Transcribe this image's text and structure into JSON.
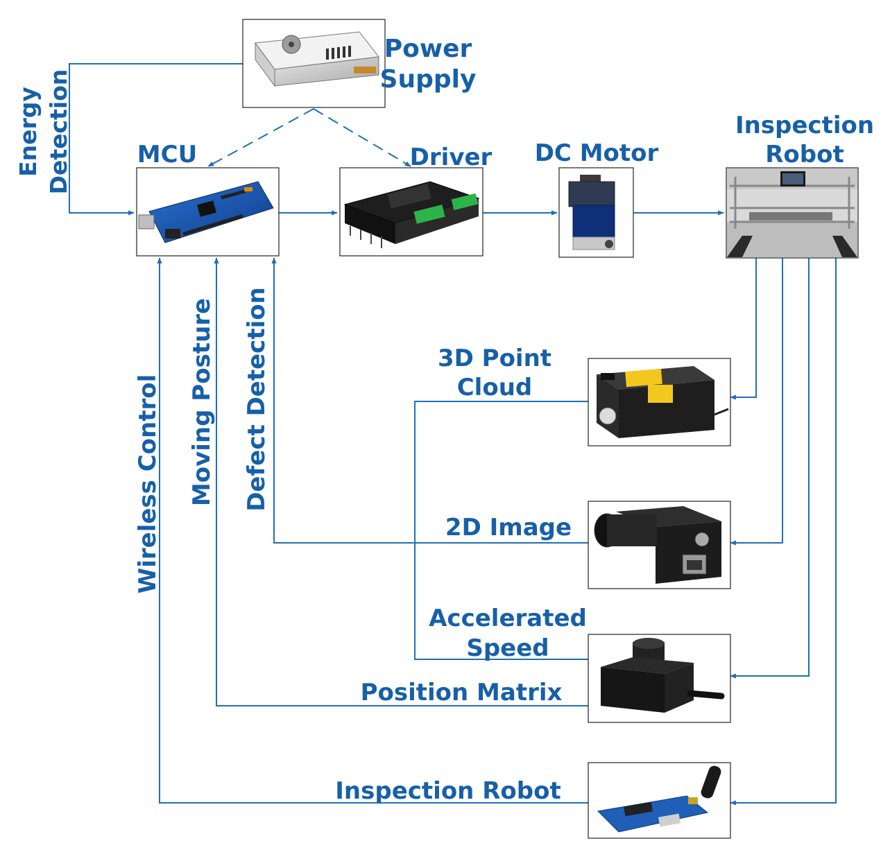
{
  "nodes": {
    "power_supply": {
      "label_line1": "Power",
      "label_line2": "Supply"
    },
    "mcu": {
      "label": "MCU"
    },
    "driver": {
      "label": "Driver"
    },
    "dc_motor": {
      "label": "DC Motor"
    },
    "robot": {
      "label_line1": "Inspection",
      "label_line2": "Robot"
    }
  },
  "sensor_labels": {
    "point_cloud_line1": "3D Point",
    "point_cloud_line2": "Cloud",
    "image_2d": "2D Image",
    "accel_line1": "Accelerated",
    "accel_line2": "Speed",
    "position_matrix": "Position Matrix",
    "wireless_robot": "Inspection Robot"
  },
  "vertical_labels": {
    "energy_line1": "Energy",
    "energy_line2": "Detection",
    "wireless_control": "Wireless Control",
    "moving_posture": "Moving Posture",
    "defect_detection": "Defect Detection"
  },
  "colors": {
    "accent": "#1760a8",
    "line": "#1f6fb8",
    "box_border": "#222222"
  },
  "icons": [
    "power-supply-image",
    "arduino-board-image",
    "motor-driver-image",
    "dc-motor-image",
    "robot-frame-image",
    "laser-scanner-image",
    "industrial-camera-image",
    "accelerometer-image",
    "wireless-module-image"
  ]
}
